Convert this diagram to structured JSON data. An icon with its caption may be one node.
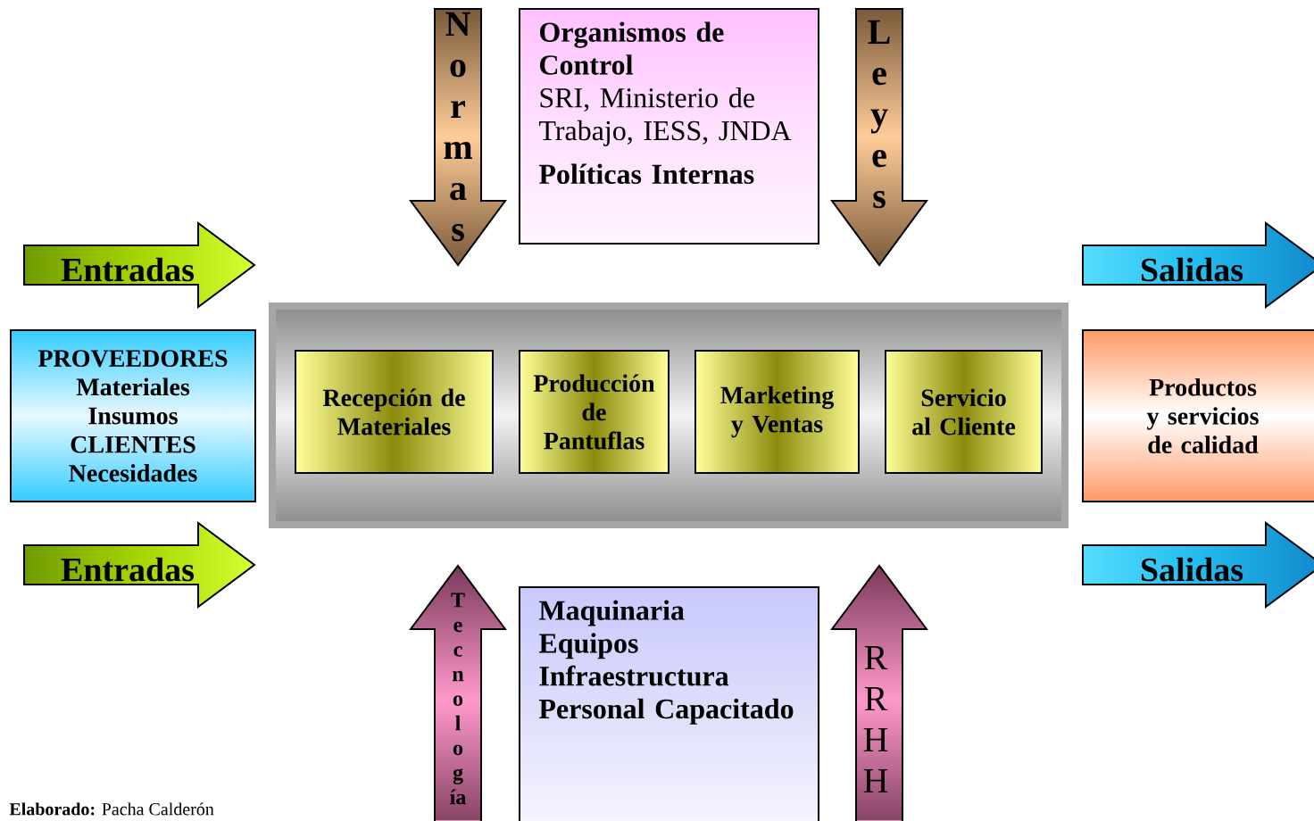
{
  "diagram": {
    "nodes": [
      {
        "text": [
          "Normas"
        ]
      },
      {
        "text": [
          "Organismos de Control",
          "SRI, Ministerio de Trabajo, IESS, JNDA",
          "Políticas Internas"
        ]
      },
      {
        "text": [
          "Leyes"
        ]
      },
      {
        "text": [
          "Entradas"
        ]
      },
      {
        "text": [
          "Salidas"
        ]
      },
      {
        "text": [
          "PROVEEDORES",
          "Materiales",
          "Insumos",
          "CLIENTES",
          "Necesidades"
        ]
      },
      {
        "text": [],
        "shape": "box"
      },
      {
        "text": [
          "Recepción de Materiales"
        ],
        "in": 6
      },
      {
        "text": [
          "Producción de Pantuflas"
        ],
        "in": 6
      },
      {
        "text": [
          "Marketing y Ventas"
        ],
        "in": 6
      },
      {
        "text": [
          "Servicio al Cliente"
        ],
        "in": 6
      },
      {
        "text": [
          "Productos y servicios de calidad"
        ]
      },
      {
        "text": [
          "Entradas"
        ]
      },
      {
        "text": [
          "Salidas"
        ]
      },
      {
        "text": [
          "Tecnología"
        ]
      },
      {
        "text": [
          "Maquinaria",
          "Equipos",
          "Infraestructura",
          "Personal Capacitado"
        ]
      },
      {
        "text": [
          "RRHH"
        ]
      }
    ],
    "labels": [
      "**Elaborado:** Pacha Calderón"
    ]
  }
}
